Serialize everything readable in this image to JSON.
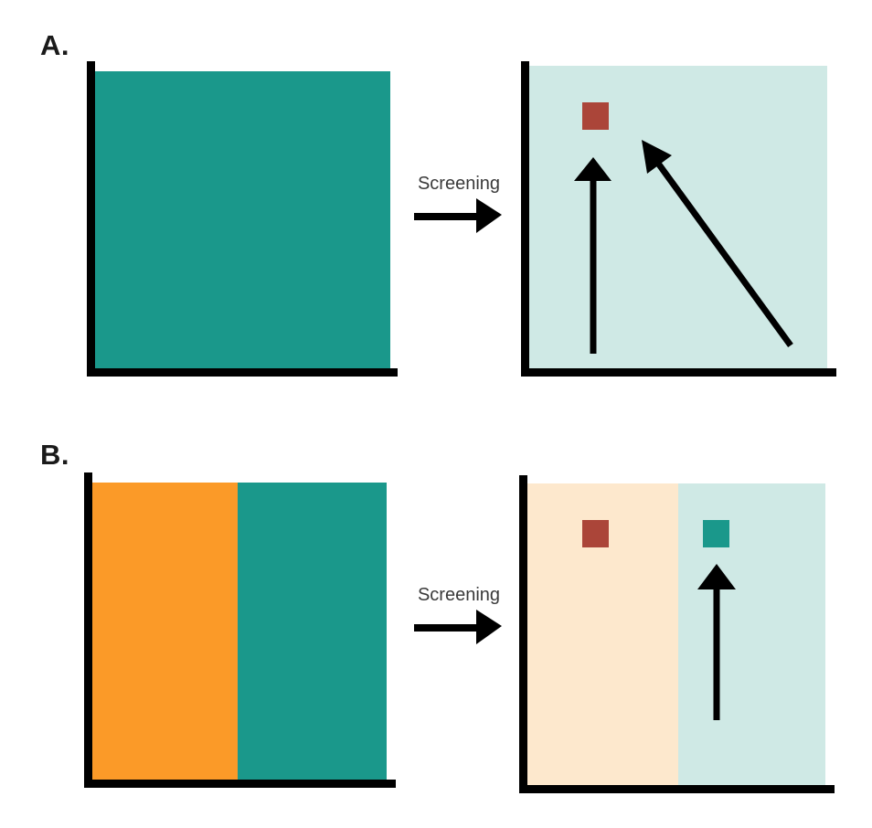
{
  "colors": {
    "teal": "#1a988b",
    "teal_light": "#cfe9e5",
    "orange": "#fb9a28",
    "orange_light": "#fde8cd",
    "red": "#ab4539",
    "ink": "#000000",
    "text": "#3a3a3a",
    "label": "#1a1a1a"
  },
  "panels": {
    "a": {
      "label": "A.",
      "process_label": "Screening",
      "before_plot": {
        "regions": [
          {
            "color_hex": "#1a988b"
          }
        ]
      },
      "after_plot": {
        "regions": [
          {
            "color_hex": "#cfe9e5"
          }
        ],
        "markers": [
          {
            "color_hex": "#ab4539"
          }
        ],
        "arrows": [
          "vertical-up-arrow",
          "diagonal-up-left-arrow"
        ]
      }
    },
    "b": {
      "label": "B.",
      "process_label": "Screening",
      "before_plot": {
        "regions": [
          {
            "color_hex": "#fb9a28"
          },
          {
            "color_hex": "#1a988b"
          }
        ]
      },
      "after_plot": {
        "regions": [
          {
            "color_hex": "#fde8cd"
          },
          {
            "color_hex": "#cfe9e5"
          }
        ],
        "markers": [
          {
            "color_hex": "#ab4539"
          },
          {
            "color_hex": "#1a988b"
          }
        ],
        "arrows": [
          "vertical-up-arrow"
        ]
      }
    }
  }
}
